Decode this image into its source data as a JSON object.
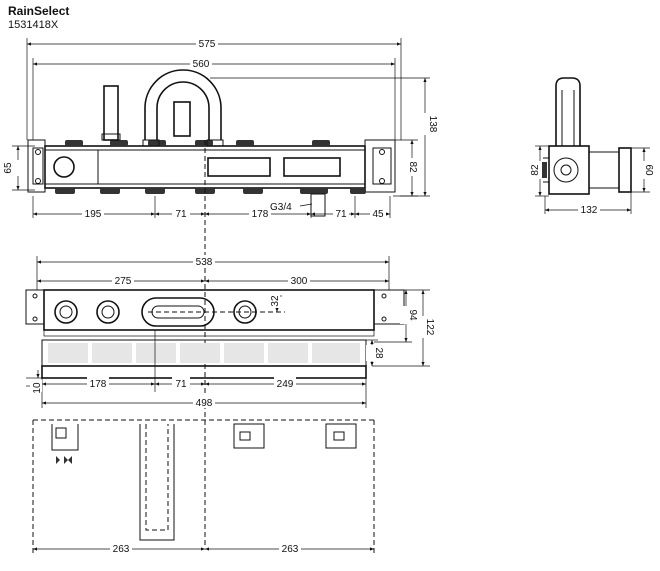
{
  "header": {
    "title": "RainSelect",
    "model": "1531418X"
  },
  "dimensions": {
    "front": [
      "575",
      "560",
      "138",
      "65",
      "82",
      "195",
      "71",
      "178",
      "G3/4",
      "71",
      "45"
    ],
    "side": [
      "82",
      "60",
      "132"
    ],
    "top": [
      "538",
      "275",
      "300",
      "32",
      "94",
      "122",
      "28",
      "178",
      "71",
      "249",
      "10",
      "498"
    ],
    "bottom": [
      "263",
      "263"
    ]
  }
}
